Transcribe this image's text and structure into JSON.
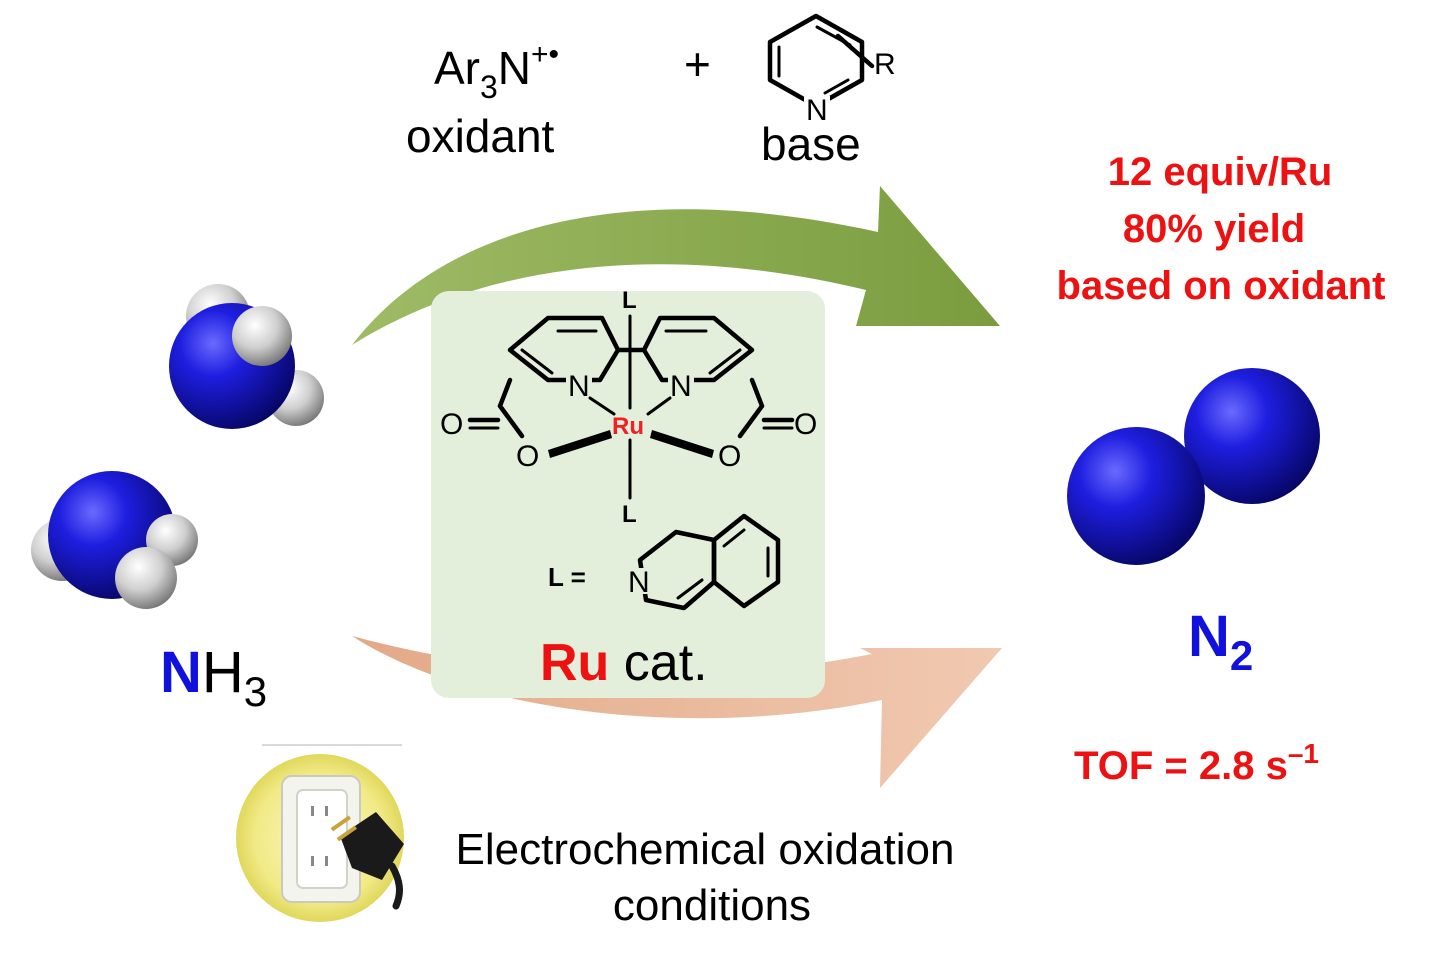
{
  "reagents": {
    "oxidant_formula": "Ar",
    "oxidant_sub": "3",
    "oxidant_N": "N",
    "oxidant_sup": "+•",
    "oxidant_label": "oxidant",
    "plus": "+",
    "base_label": "base",
    "base_ring_N": "N",
    "base_R": "R"
  },
  "results": {
    "equiv": "12 equiv/Ru",
    "yield": "80% yield",
    "basis": "based on oxidant",
    "tof": "TOF = 2.8 s",
    "tof_exp": "–1"
  },
  "reactant": {
    "element": "N",
    "rest": "H",
    "sub": "3"
  },
  "product": {
    "element": "N",
    "sub": "2"
  },
  "catalyst": {
    "ligand_top": "L",
    "ligand_bottom": "L",
    "metal": "Ru",
    "n_left": "N",
    "n_right": "N",
    "o_left_carbonyl": "O",
    "o_left": "O",
    "o_right": "O",
    "o_right_carbonyl": "O",
    "l_eq": "L =",
    "iq_N": "N",
    "name_metal": "Ru",
    "name_rest": " cat."
  },
  "electro": {
    "line1": "Electrochemical oxidation",
    "line2": "conditions"
  },
  "colors": {
    "results_red": "#ee1111",
    "nitrogen_blue": "#1111dd",
    "catalyst_bg": "#e4efdb",
    "upper_arrow": "#7e9f45",
    "lower_arrow": "#e9b89c"
  }
}
